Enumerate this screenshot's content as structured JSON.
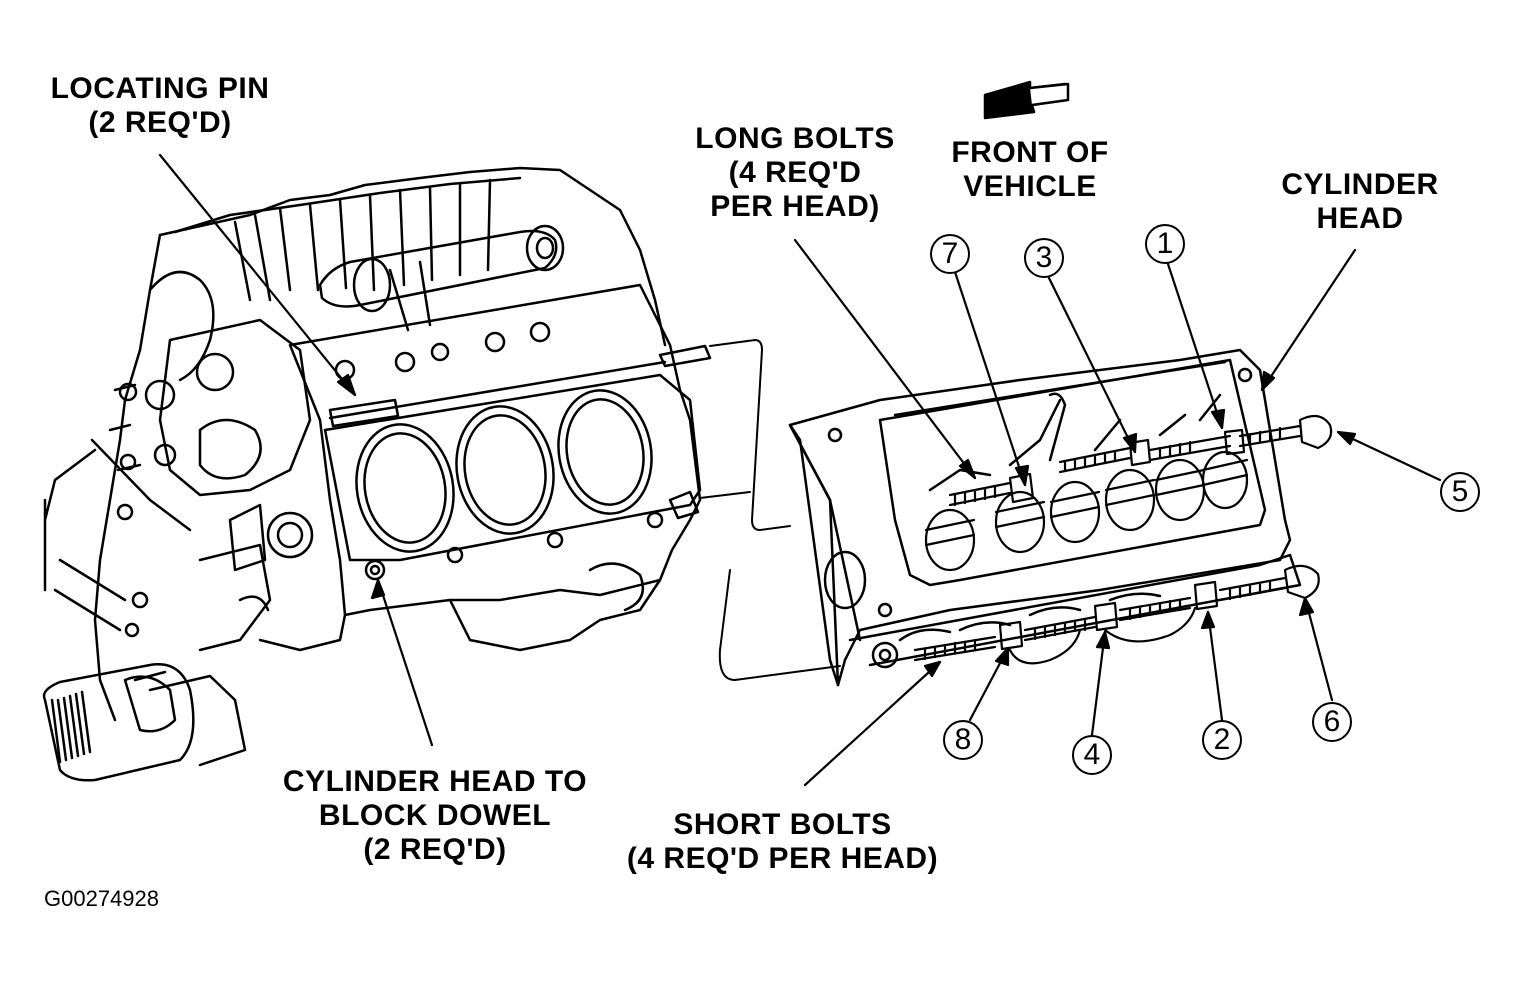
{
  "labels": {
    "locating_pin": [
      "LOCATING PIN",
      "(2 REQ'D)"
    ],
    "long_bolts": [
      "LONG BOLTS",
      "(4 REQ'D",
      "PER HEAD)"
    ],
    "front_of_vehicle": [
      "FRONT OF",
      "VEHICLE"
    ],
    "cylinder_head": [
      "CYLINDER",
      "HEAD"
    ],
    "head_to_block_dowel": [
      "CYLINDER HEAD TO",
      "BLOCK DOWEL",
      "(2 REQ'D)"
    ],
    "short_bolts": [
      "SHORT BOLTS",
      "(4 REQ'D PER HEAD)"
    ]
  },
  "bolt_sequence": [
    "1",
    "2",
    "3",
    "4",
    "5",
    "6",
    "7",
    "8"
  ],
  "figure_id": "G00274928",
  "colors": {
    "ink": "#000000",
    "paper": "#ffffff"
  }
}
